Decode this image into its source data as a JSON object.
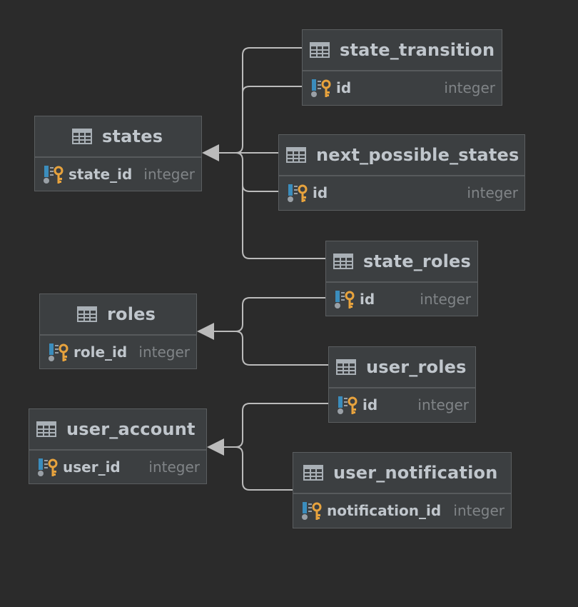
{
  "colors": {
    "background": "#2b2b2b",
    "table_fill": "#3c3f41",
    "table_border": "#5b5e60",
    "text": "#c0c6cc",
    "type_text": "#808487",
    "connector": "#bbbbbb",
    "key_icon": "#e8a33d",
    "column_icon": "#3b8dbd"
  },
  "tables": {
    "state_transition": {
      "title": "state_transition",
      "column": {
        "name": "id",
        "type": "integer"
      }
    },
    "states": {
      "title": "states",
      "column": {
        "name": "state_id",
        "type": "integer"
      }
    },
    "next_possible_states": {
      "title": "next_possible_states",
      "column": {
        "name": "id",
        "type": "integer"
      }
    },
    "state_roles": {
      "title": "state_roles",
      "column": {
        "name": "id",
        "type": "integer"
      }
    },
    "roles": {
      "title": "roles",
      "column": {
        "name": "role_id",
        "type": "integer"
      }
    },
    "user_roles": {
      "title": "user_roles",
      "column": {
        "name": "id",
        "type": "integer"
      }
    },
    "user_account": {
      "title": "user_account",
      "column": {
        "name": "user_id",
        "type": "integer"
      }
    },
    "user_notification": {
      "title": "user_notification",
      "column": {
        "name": "notification_id",
        "type": "integer"
      }
    }
  },
  "relationships": [
    {
      "from": "state_transition",
      "to": "states"
    },
    {
      "from": "next_possible_states",
      "to": "states"
    },
    {
      "from": "state_roles",
      "to": "states"
    },
    {
      "from": "state_roles",
      "to": "roles"
    },
    {
      "from": "user_roles",
      "to": "roles"
    },
    {
      "from": "user_roles",
      "to": "user_account"
    },
    {
      "from": "user_notification",
      "to": "user_account"
    }
  ]
}
